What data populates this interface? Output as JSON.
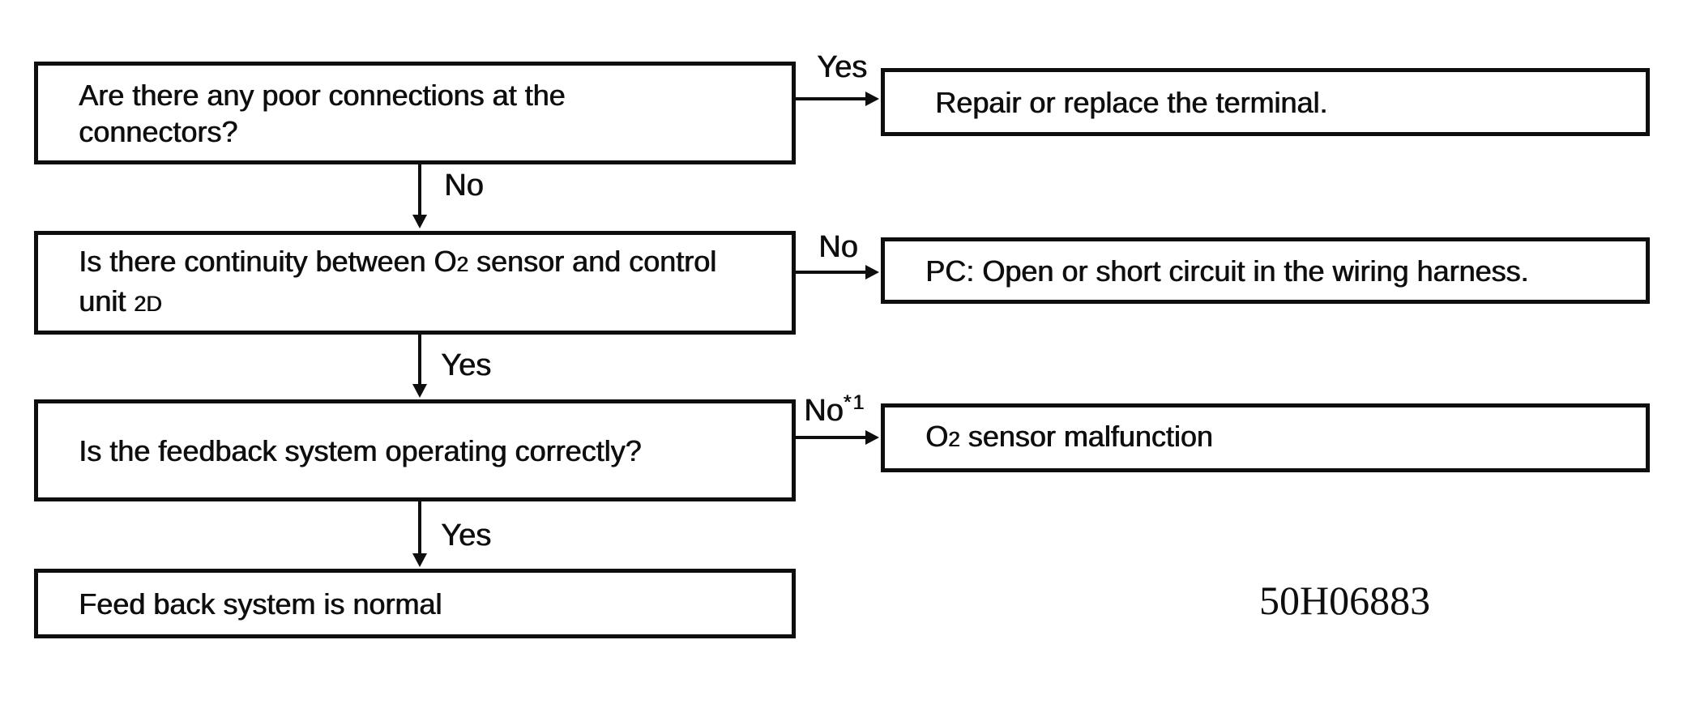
{
  "figure": {
    "code": "50H06883"
  },
  "colors": {
    "ink": "#0e0e0e",
    "paper": "#ffffff"
  },
  "nodes": {
    "q1": {
      "line1": "Are there any poor connections at the",
      "line2": "connectors?"
    },
    "r1": {
      "text": "Repair or replace the terminal."
    },
    "q2": {
      "line1_a": "Is there continuity between O",
      "line1_sub": "2",
      "line1_b": " sensor and control",
      "line2_a": "unit ",
      "line2_ref": "2D"
    },
    "r2": {
      "text": "PC: Open or short circuit in the wiring harness."
    },
    "q3": {
      "text": "Is the feedback system operating correctly?"
    },
    "r3": {
      "text_a": "O",
      "text_sub": "2",
      "text_b": " sensor malfunction"
    },
    "q4": {
      "text": "Feed back system is normal"
    }
  },
  "edges": {
    "q1_yes": {
      "label": "Yes"
    },
    "q1_no": {
      "label": "No"
    },
    "q2_no": {
      "label": "No"
    },
    "q2_yes": {
      "label": "Yes"
    },
    "q3_no": {
      "label": "No",
      "footnote": "*1"
    },
    "q3_yes": {
      "label": "Yes"
    }
  }
}
